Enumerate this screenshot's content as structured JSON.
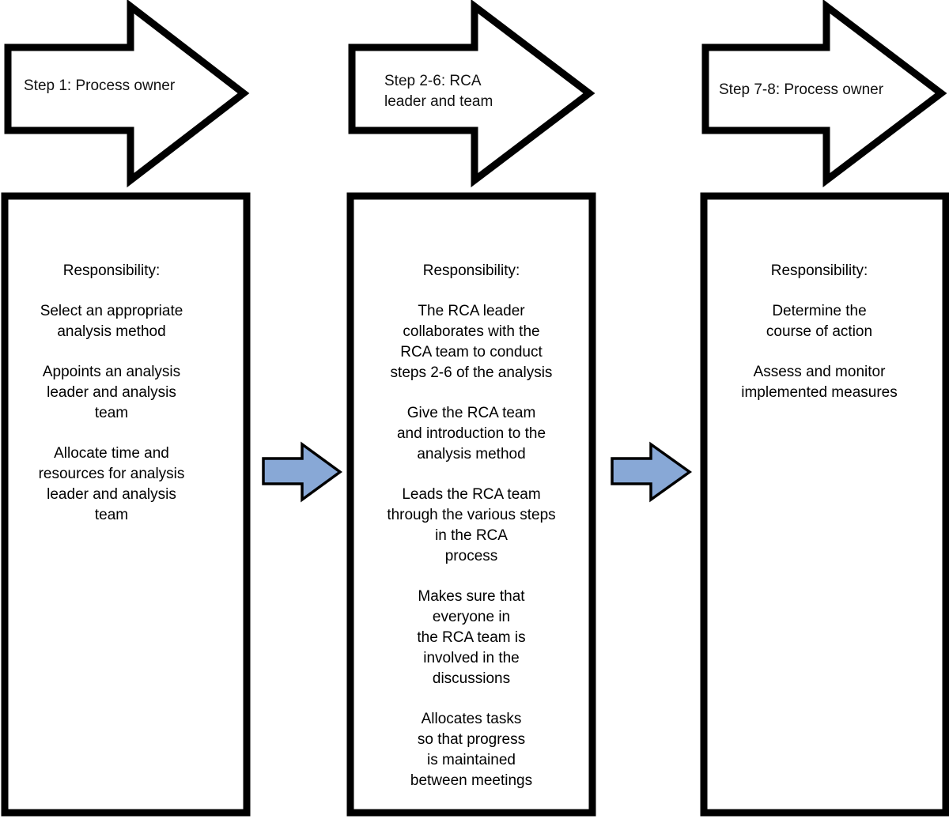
{
  "columns": [
    {
      "header": "Step 1: Process owner",
      "responsibility_label": "Responsibility:",
      "items": [
        "Select an appropriate\nanalysis method",
        "Appoints an analysis\nleader and analysis\nteam",
        "Allocate time and\nresources for analysis\nleader and analysis\nteam"
      ]
    },
    {
      "header": "Step 2-6: RCA\nleader and team",
      "responsibility_label": "Responsibility:",
      "items": [
        "The RCA leader\ncollaborates with the\nRCA team to conduct\nsteps 2-6 of the analysis",
        "Give the RCA team\nand introduction to the\nanalysis method",
        "Leads the RCA team\nthrough the various steps\nin the RCA\nprocess",
        "Makes sure that\neveryone in\nthe RCA team is\ninvolved in the\ndiscussions",
        "Allocates tasks\nso that progress\nis maintained\nbetween meetings"
      ]
    },
    {
      "header": "Step 7-8: Process owner",
      "responsibility_label": "Responsibility:",
      "items": [
        "Determine the\ncourse of action",
        "Assess and monitor\nimplemented measures"
      ]
    }
  ],
  "colors": {
    "outline": "#000000",
    "connector_fill": "#88a8d6",
    "box_fill": "#ffffff"
  }
}
